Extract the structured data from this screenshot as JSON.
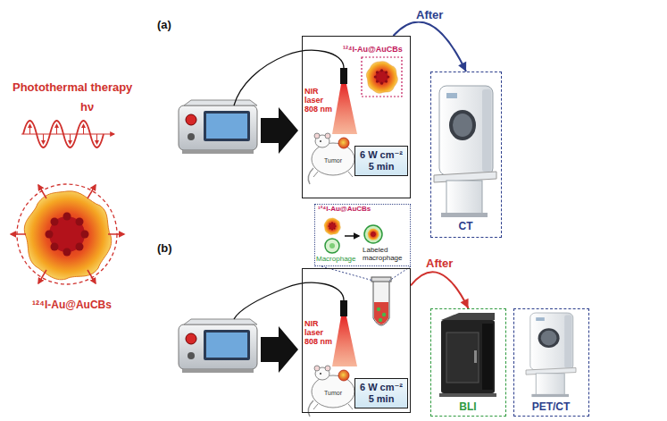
{
  "diagram": {
    "nodes": [
      {
        "text": [
          "¹²⁴I-Au@AuCBs",
          "NIR laser 808 nm",
          "Tumor"
        ]
      },
      {
        "text": [
          "6 W cm⁻² 5 min"
        ],
        "in": 0
      },
      {
        "text": [
          "CT"
        ]
      },
      {
        "text": [
          "NIR laser 808 nm",
          "Tumor"
        ]
      },
      {
        "text": [
          "¹²⁴I-Au@AuCBs",
          "Macrophage",
          "Labeled macrophage"
        ]
      },
      {
        "text": [
          "6 W cm⁻² 5 min"
        ],
        "in": 3
      },
      {
        "text": [
          "BLI"
        ]
      },
      {
        "text": [
          "PET/CT"
        ]
      }
    ],
    "edges": [
      {
        "from": 0,
        "to": 2,
        "label": "After",
        "arrow": "to"
      },
      {
        "from": 3,
        "to": 6,
        "label": "After",
        "arrow": "to"
      }
    ],
    "labels": [
      "Photothermal therapy",
      "hν",
      "¹²⁴I-Au@AuCBs",
      "(a)",
      "(b)"
    ]
  }
}
